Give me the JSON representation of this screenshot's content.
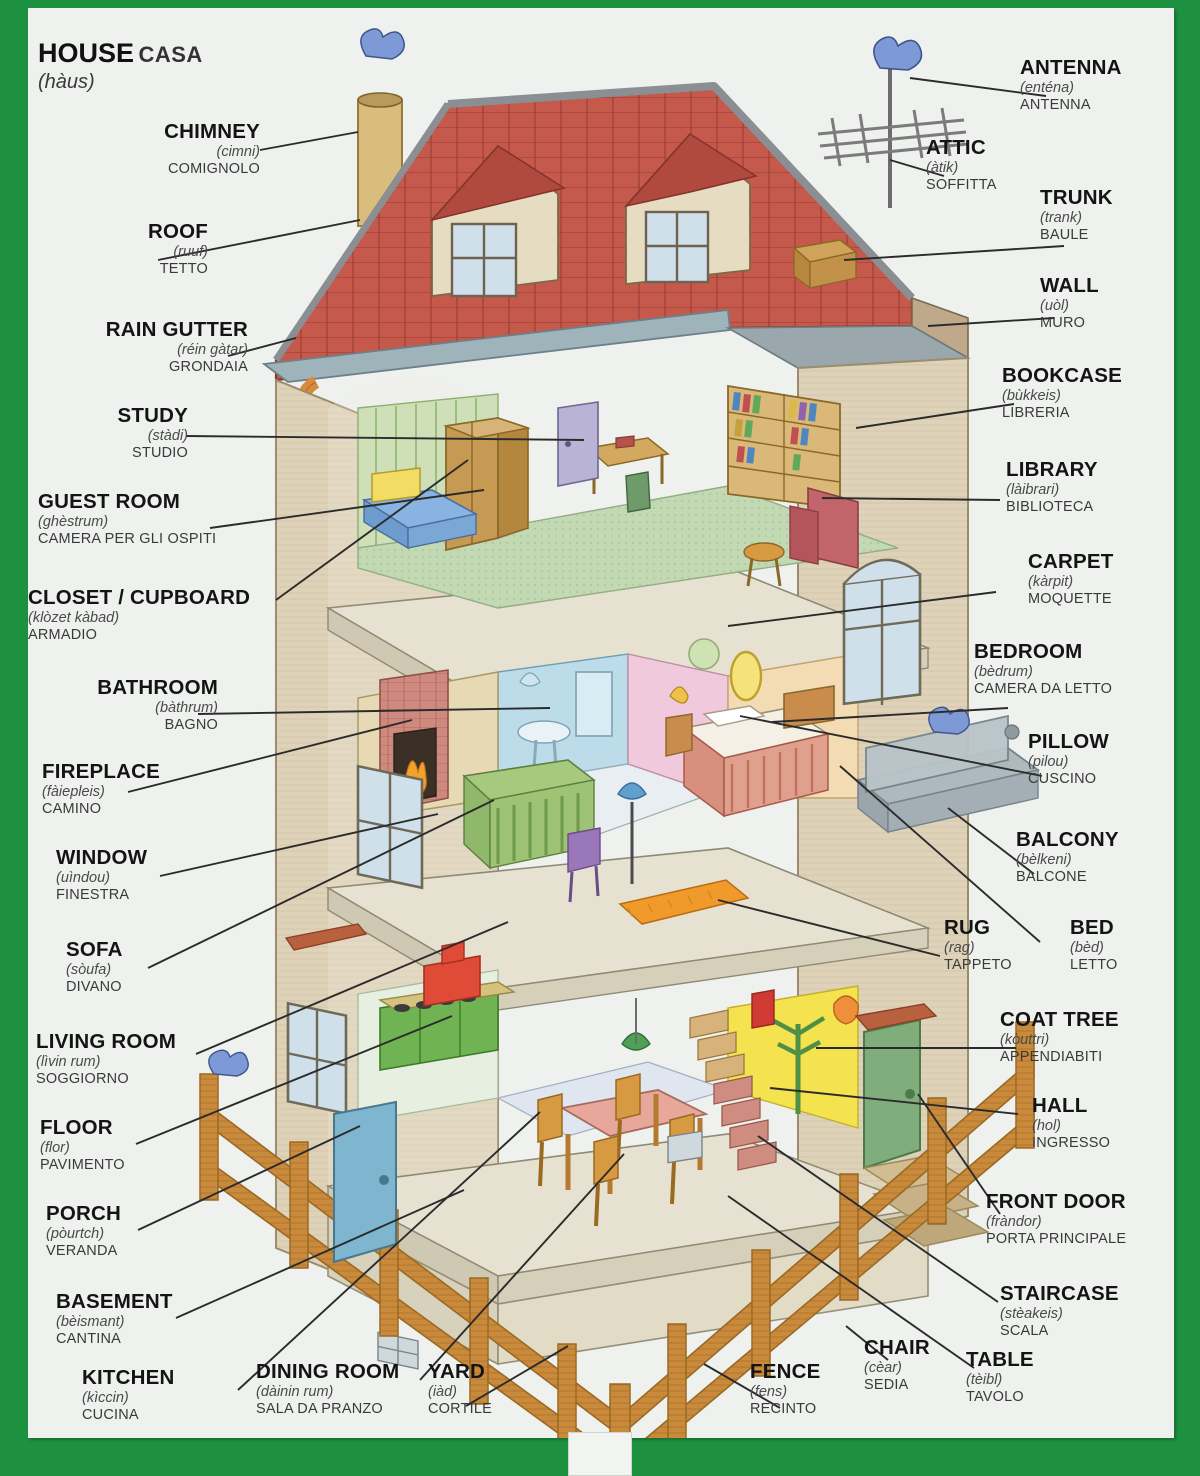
{
  "title": {
    "english": "HOUSE",
    "italian": "CASA",
    "phonetic": "(hàus)"
  },
  "labels_left": [
    {
      "en": "CHIMNEY",
      "ph": "(cimni)",
      "it": "COMIGNOLO"
    },
    {
      "en": "ROOF",
      "ph": "(ruuf)",
      "it": "TETTO"
    },
    {
      "en": "RAIN GUTTER",
      "ph": "(réin gàtar)",
      "it": "GRONDAIA"
    },
    {
      "en": "STUDY",
      "ph": "(stàdi)",
      "it": "STUDIO"
    },
    {
      "en": "GUEST ROOM",
      "ph": "(ghèstrum)",
      "it": "CAMERA PER GLI OSPITI"
    },
    {
      "en": "CLOSET / CUPBOARD",
      "ph": "(klòzet kàbad)",
      "it": "ARMADIO"
    },
    {
      "en": "BATHROOM",
      "ph": "(bàthrum)",
      "it": "BAGNO"
    },
    {
      "en": "FIREPLACE",
      "ph": "(fàiepleis)",
      "it": "CAMINO"
    },
    {
      "en": "WINDOW",
      "ph": "(uìndou)",
      "it": "FINESTRA"
    },
    {
      "en": "SOFA",
      "ph": "(sòufa)",
      "it": "DIVANO"
    },
    {
      "en": "LIVING ROOM",
      "ph": "(lìvin rum)",
      "it": "SOGGIORNO"
    },
    {
      "en": "FLOOR",
      "ph": "(flor)",
      "it": "PAVIMENTO"
    },
    {
      "en": "PORCH",
      "ph": "(pòurtch)",
      "it": "VERANDA"
    },
    {
      "en": "BASEMENT",
      "ph": "(bèismant)",
      "it": "CANTINA"
    },
    {
      "en": "KITCHEN",
      "ph": "(kìccin)",
      "it": "CUCINA"
    }
  ],
  "labels_right": [
    {
      "en": "ANTENNA",
      "ph": "(enténa)",
      "it": "ANTENNA"
    },
    {
      "en": "ATTIC",
      "ph": "(àtik)",
      "it": "SOFFITTA"
    },
    {
      "en": "TRUNK",
      "ph": "(trank)",
      "it": "BAULE"
    },
    {
      "en": "WALL",
      "ph": "(uòl)",
      "it": "MURO"
    },
    {
      "en": "BOOKCASE",
      "ph": "(bùkkeis)",
      "it": "LIBRERIA"
    },
    {
      "en": "LIBRARY",
      "ph": "(làibrari)",
      "it": "BIBLIOTECA"
    },
    {
      "en": "CARPET",
      "ph": "(kàrpit)",
      "it": "MOQUETTE"
    },
    {
      "en": "BEDROOM",
      "ph": "(bèdrum)",
      "it": "CAMERA DA LETTO"
    },
    {
      "en": "PILLOW",
      "ph": "(pilou)",
      "it": "CUSCINO"
    },
    {
      "en": "BALCONY",
      "ph": "(bèlkeni)",
      "it": "BALCONE"
    },
    {
      "en": "BED",
      "ph": "(bèd)",
      "it": "LETTO"
    },
    {
      "en": "RUG",
      "ph": "(rag)",
      "it": "TAPPETO"
    },
    {
      "en": "COAT TREE",
      "ph": "(kòuttri)",
      "it": "APPENDIABITI"
    },
    {
      "en": "HALL",
      "ph": "(hol)",
      "it": "INGRESSO"
    },
    {
      "en": "FRONT DOOR",
      "ph": "(fràndor)",
      "it": "PORTA PRINCIPALE"
    },
    {
      "en": "STAIRCASE",
      "ph": "(stèakeis)",
      "it": "SCALA"
    }
  ],
  "labels_bottom": [
    {
      "en": "DINING ROOM",
      "ph": "(dàinin rum)",
      "it": "SALA DA PRANZO"
    },
    {
      "en": "YARD",
      "ph": "(iàd)",
      "it": "CORTILE"
    },
    {
      "en": "FENCE",
      "ph": "(fens)",
      "it": "RECINTO"
    },
    {
      "en": "CHAIR",
      "ph": "(cèar)",
      "it": "SEDIA"
    },
    {
      "en": "TABLE",
      "ph": "(tèibl)",
      "it": "TAVOLO"
    }
  ],
  "colors": {
    "border_green": "#1e9141",
    "page_bg": "#eef1ee",
    "roof_tile": "#c0564a",
    "wall_stucco": "#ded3bb",
    "fence_wood": "#c98a3c",
    "carpet_green": "#bcd4b0",
    "kitchen_green": "#7fba63",
    "hall_yellow": "#f2e14e",
    "bird_blue": "#6d8fd0"
  }
}
